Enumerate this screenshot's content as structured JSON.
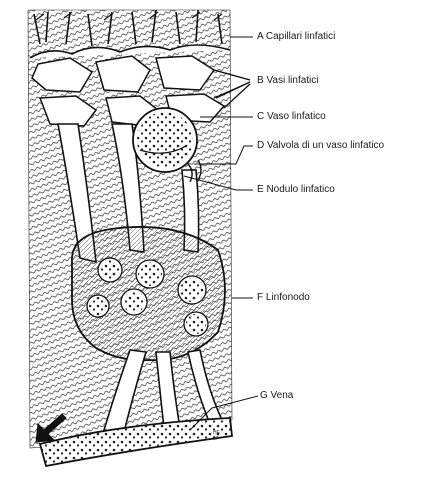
{
  "figure": {
    "labels": {
      "a": "A Capillari linfatici",
      "b": "B Vasi linfatici",
      "c": "C Vaso linfatico",
      "d": "D Valvola di un vaso linfatico",
      "e": "E Nodulo linfatico",
      "f": "F Linfonodo",
      "g": "G Vena"
    },
    "signature": {
      "line1": "HE.",
      "line2": "97"
    },
    "colors": {
      "ink": "#1a1a1a",
      "paper": "#ffffff"
    }
  }
}
